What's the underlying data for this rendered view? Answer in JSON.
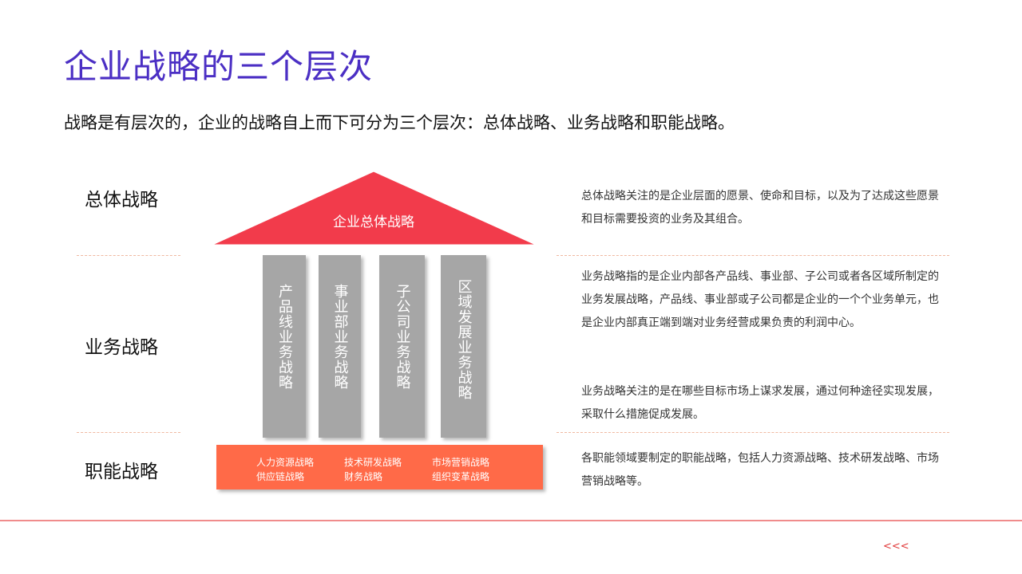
{
  "title": "企业战略的三个层次",
  "subtitle": "战略是有层次的，企业的战略自上而下可分为三个层次：总体战略、业务战略和职能战略。",
  "levels": {
    "corporate": "总体战略",
    "business": "业务战略",
    "functional": "职能战略"
  },
  "diagram": {
    "roof_label": "企业总体战略",
    "pillars": [
      "产品线业务战略",
      "事业部业务战略",
      "子公司业务战略",
      "区域发展业务战略"
    ],
    "base_items": [
      "人力资源战略",
      "技术研发战略",
      "市场营销战略",
      "供应链战略",
      "财务战略",
      "组织变革战略"
    ]
  },
  "descriptions": {
    "corporate": "总体战略关注的是企业层面的愿景、使命和目标，以及为了达成这些愿景和目标需要投资的业务及其组合。",
    "business_1": "业务战略指的是企业内部各产品线、事业部、子公司或者各区域所制定的业务发展战略，产品线、事业部或子公司都是企业的一个个业务单元，也是企业内部真正端到端对业务经营成果负责的利润中心。",
    "business_2": "业务战略关注的是在哪些目标市场上谋求发展，通过何种途径实现发展，采取什么措施促成发展。",
    "functional": "各职能领域要制定的职能战略，包括人力资源战略、技术研发战略、市场营销战略等。"
  },
  "nav": {
    "back": "<<<"
  },
  "colors": {
    "title": "#4B2FC4",
    "roof": "#F23B4B",
    "pillar": "#A6A6A6",
    "base": "#FF6A48",
    "accent_line": "#F08C8C"
  }
}
